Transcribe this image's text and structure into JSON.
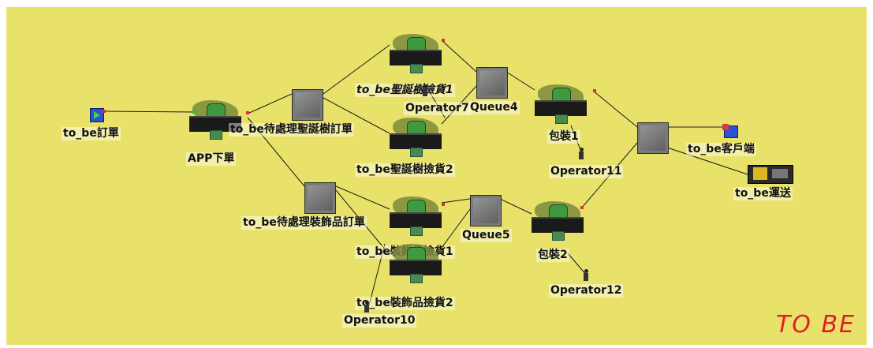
{
  "watermark": "TO BE",
  "colors": {
    "background": "#e8e26a",
    "link": "#1a1a1a",
    "port_out": "#e03030",
    "port_in": "#30c030",
    "watermark": "#e02020"
  },
  "nodes": {
    "source": {
      "label": "to_be訂單"
    },
    "app": {
      "label": "APP下單"
    },
    "queue_tree": {
      "label": "to_be待處理聖誕樹訂單"
    },
    "queue_deco": {
      "label": "to_be待處理裝飾品訂單"
    },
    "pick_tree1": {
      "label": "to_be聖誕樹撿貨1"
    },
    "pick_tree2": {
      "label": "to_be聖誕樹撿貨2"
    },
    "pick_deco1": {
      "label": "to_be裝飾品撿貨1"
    },
    "pick_deco2": {
      "label": "to_be裝飾品撿貨2"
    },
    "queue4": {
      "label": "Queue4"
    },
    "queue5": {
      "label": "Queue5"
    },
    "pack1": {
      "label": "包裝1"
    },
    "pack2": {
      "label": "包裝2"
    },
    "op7": {
      "label": "Operator7"
    },
    "op10": {
      "label": "Operator10"
    },
    "op11": {
      "label": "Operator11"
    },
    "op12": {
      "label": "Operator12"
    },
    "sink": {
      "label": "to_be客戶端"
    },
    "transport": {
      "label": "to_be運送"
    }
  }
}
